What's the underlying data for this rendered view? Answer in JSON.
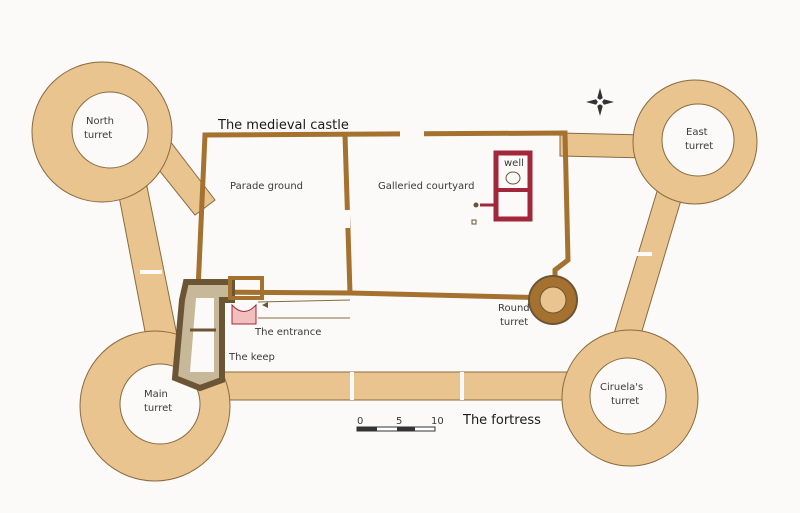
{
  "labels": {
    "north_turret": [
      "North",
      "turret"
    ],
    "east_turret": [
      "East",
      "turret"
    ],
    "main_turret": [
      "Main",
      "turret"
    ],
    "ciruela_turret": [
      "Ciruela's",
      "turret"
    ],
    "round_turret": [
      "Round",
      "turret"
    ],
    "medieval_castle": "The medieval castle",
    "parade_ground": "Parade ground",
    "galleried_courtyard": "Galleried courtyard",
    "well": "well",
    "the_entrance": "The entrance",
    "the_keep": "The keep",
    "the_fortress": "The fortress"
  },
  "scale_bar": {
    "ticks": [
      "0",
      "5",
      "10"
    ]
  },
  "icons": {
    "compass": "compass-rose-icon"
  },
  "colors": {
    "fortress_wall": "#e9c48f",
    "castle_wall": "#a4712f",
    "well_structure": "#a3273a",
    "keep": "#6b5535"
  }
}
